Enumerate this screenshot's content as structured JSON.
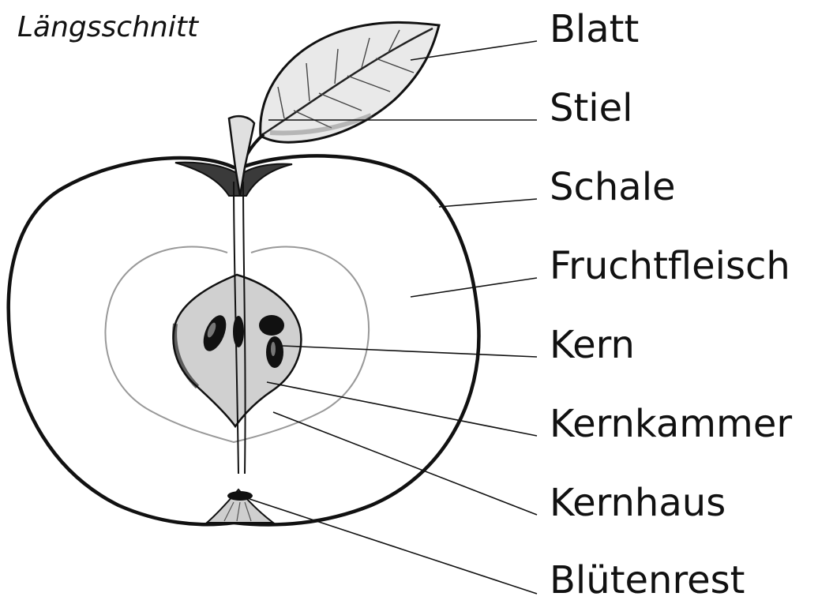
{
  "title": "Längsschnitt",
  "labels": {
    "blatt": "Blatt",
    "stiel": "Stiel",
    "schale": "Schale",
    "fruchtfleisch": "Fruchtfleisch",
    "kern": "Kern",
    "kernkammer": "Kernkammer",
    "kernhaus": "Kernhaus",
    "bluetenrest": "Blütenrest"
  }
}
